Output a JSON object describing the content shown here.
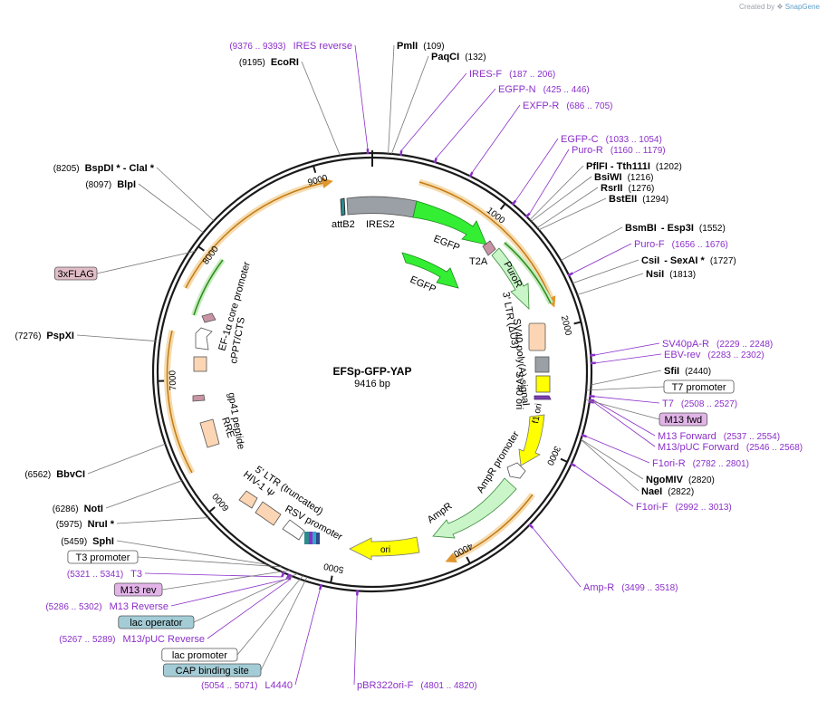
{
  "credit": {
    "prefix": "Created by",
    "brand": "SnapGene"
  },
  "plasmid": {
    "name": "EFSp-GFP-YAP",
    "length_label": "9416 bp",
    "length": 9416
  },
  "colors": {
    "backbone": "#1a1a1a",
    "primer": "#8b2fc9",
    "egfp": "#33ee33",
    "puror": "#c9f5c9",
    "ori_yellow": "#ffff00",
    "orange_arc": "#e0962d",
    "green_arc": "#3fae2a",
    "peach": "#fcd6b4",
    "gray_feature": "#9aa0a6",
    "pink_feature": "#c994a4",
    "teal_feature": "#2e8b8b",
    "lac_box": "#a3ccd6",
    "m13_box": "#e2b4e8",
    "flag_box": "#e1bdc7"
  },
  "ticks": [
    {
      "pos": 1000,
      "label": "1000"
    },
    {
      "pos": 2000,
      "label": "2000"
    },
    {
      "pos": 3000,
      "label": "3000"
    },
    {
      "pos": 4000,
      "label": "4000"
    },
    {
      "pos": 5000,
      "label": "5000"
    },
    {
      "pos": 6000,
      "label": "6000"
    },
    {
      "pos": 7000,
      "label": "7000"
    },
    {
      "pos": 8000,
      "label": "8000"
    },
    {
      "pos": 9000,
      "label": "9000"
    }
  ],
  "sites": [
    {
      "name": "PmlI",
      "pos": "(109)",
      "p": 109
    },
    {
      "name": "PaqCI",
      "pos": "(132)",
      "p": 132
    },
    {
      "name": "PflFI - Tth111I",
      "pos": "(1202)",
      "p": 1202
    },
    {
      "name": "BsiWI",
      "pos": "(1216)",
      "p": 1216
    },
    {
      "name": "RsrII",
      "pos": "(1276)",
      "p": 1276
    },
    {
      "name": "BstEII",
      "pos": "(1294)",
      "p": 1294
    },
    {
      "name": "BsmBI",
      "name2": "- Esp3I",
      "pos": "(1552)",
      "p": 1552
    },
    {
      "name": "CsiI",
      "name2": "- SexAI *",
      "pos": "(1727)",
      "p": 1727
    },
    {
      "name": "NsiI",
      "pos": "(1813)",
      "p": 1813
    },
    {
      "name": "SfiI",
      "pos": "(2440)",
      "p": 2440
    },
    {
      "name": "NgoMIV",
      "pos": "(2820)",
      "p": 2820
    },
    {
      "name": "NaeI",
      "pos": "(2822)",
      "p": 2822
    },
    {
      "name": "EcoRI",
      "pos": "(9195)",
      "p": 9195
    },
    {
      "name": "BspDI * - ClaI *",
      "pos": "(8205)",
      "p": 8205
    },
    {
      "name": "BlpI",
      "pos": "(8097)",
      "p": 8097
    },
    {
      "name": "PspXI",
      "pos": "(7276)",
      "p": 7276
    },
    {
      "name": "BbvCI",
      "pos": "(6562)",
      "p": 6562
    },
    {
      "name": "NotI",
      "pos": "(6286)",
      "p": 6286
    },
    {
      "name": "NruI *",
      "pos": "(5975)",
      "p": 5975
    },
    {
      "name": "SphI",
      "pos": "(5459)",
      "p": 5459
    }
  ],
  "primers": [
    {
      "name": "IRES reverse",
      "pos": "(9376 .. 9393)",
      "p": 9385
    },
    {
      "name": "IRES-F",
      "pos": "(187 .. 206)",
      "p": 196
    },
    {
      "name": "EGFP-N",
      "pos": "(425 .. 446)",
      "p": 435
    },
    {
      "name": "EXFP-R",
      "pos": "(686 .. 705)",
      "p": 695
    },
    {
      "name": "EGFP-C",
      "pos": "(1033 .. 1054)",
      "p": 1043
    },
    {
      "name": "Puro-R",
      "pos": "(1160 .. 1179)",
      "p": 1170
    },
    {
      "name": "Puro-F",
      "pos": "(1656 .. 1676)",
      "p": 1666
    },
    {
      "name": "SV40pA-R",
      "pos": "(2229 .. 2248)",
      "p": 2238
    },
    {
      "name": "EBV-rev",
      "pos": "(2283 .. 2302)",
      "p": 2292
    },
    {
      "name": "T7",
      "pos": "(2508 .. 2527)",
      "p": 2517
    },
    {
      "name": "M13 Forward",
      "pos": "(2537 .. 2554)",
      "p": 2545
    },
    {
      "name": "M13/pUC Forward",
      "pos": "(2546 .. 2568)",
      "p": 2557
    },
    {
      "name": "F1ori-R",
      "pos": "(2782 .. 2801)",
      "p": 2791
    },
    {
      "name": "F1ori-F",
      "pos": "(2992 .. 3013)",
      "p": 3002
    },
    {
      "name": "Amp-R",
      "pos": "(3499 .. 3518)",
      "p": 3508
    },
    {
      "name": "pBR322ori-F",
      "pos": "(4801 .. 4820)",
      "p": 4810
    },
    {
      "name": "L4440",
      "pos": "(5054 .. 5071)",
      "p": 5062
    },
    {
      "name": "M13/pUC Reverse",
      "pos": "(5267 .. 5289)",
      "p": 5278
    },
    {
      "name": "M13 Reverse",
      "pos": "(5286 .. 5302)",
      "p": 5294
    },
    {
      "name": "T3",
      "pos": "(5321 .. 5341)",
      "p": 5331
    }
  ],
  "boxes": [
    {
      "name": "T7 promoter",
      "p": 2480,
      "kind": "plain"
    },
    {
      "name": "M13 fwd",
      "p": 2545,
      "kind": "m13"
    },
    {
      "name": "T3 promoter",
      "p": 5360,
      "kind": "plain"
    },
    {
      "name": "M13 rev",
      "p": 5300,
      "kind": "m13"
    },
    {
      "name": "lac operator",
      "p": 5240,
      "kind": "lac"
    },
    {
      "name": "lac promoter",
      "p": 5200,
      "kind": "plain"
    },
    {
      "name": "CAP binding site",
      "p": 5170,
      "kind": "lac"
    },
    {
      "name": "3xFLAG",
      "p": 7960,
      "kind": "flag"
    }
  ],
  "features": [
    {
      "label": "attB2"
    },
    {
      "label": "IRES2"
    },
    {
      "label": "EGFP"
    },
    {
      "label": "EGFP"
    },
    {
      "label": "T2A"
    },
    {
      "label": "PuroR"
    },
    {
      "label": "3' LTR (ΔU3)"
    },
    {
      "label": "SV40 poly(A) signal"
    },
    {
      "label": "SV40 ori"
    },
    {
      "label": "T7 promoter"
    },
    {
      "label": "f1 ori"
    },
    {
      "label": "AmpR promoter"
    },
    {
      "label": "AmpR"
    },
    {
      "label": "ori"
    },
    {
      "label": "RSV promoter"
    },
    {
      "label": "5' LTR (truncated)"
    },
    {
      "label": "HIV-1 Ψ"
    },
    {
      "label": "RRE"
    },
    {
      "label": "gp41 peptide"
    },
    {
      "label": "cPPT/CTS"
    },
    {
      "label": "EF-1α core promoter"
    }
  ]
}
